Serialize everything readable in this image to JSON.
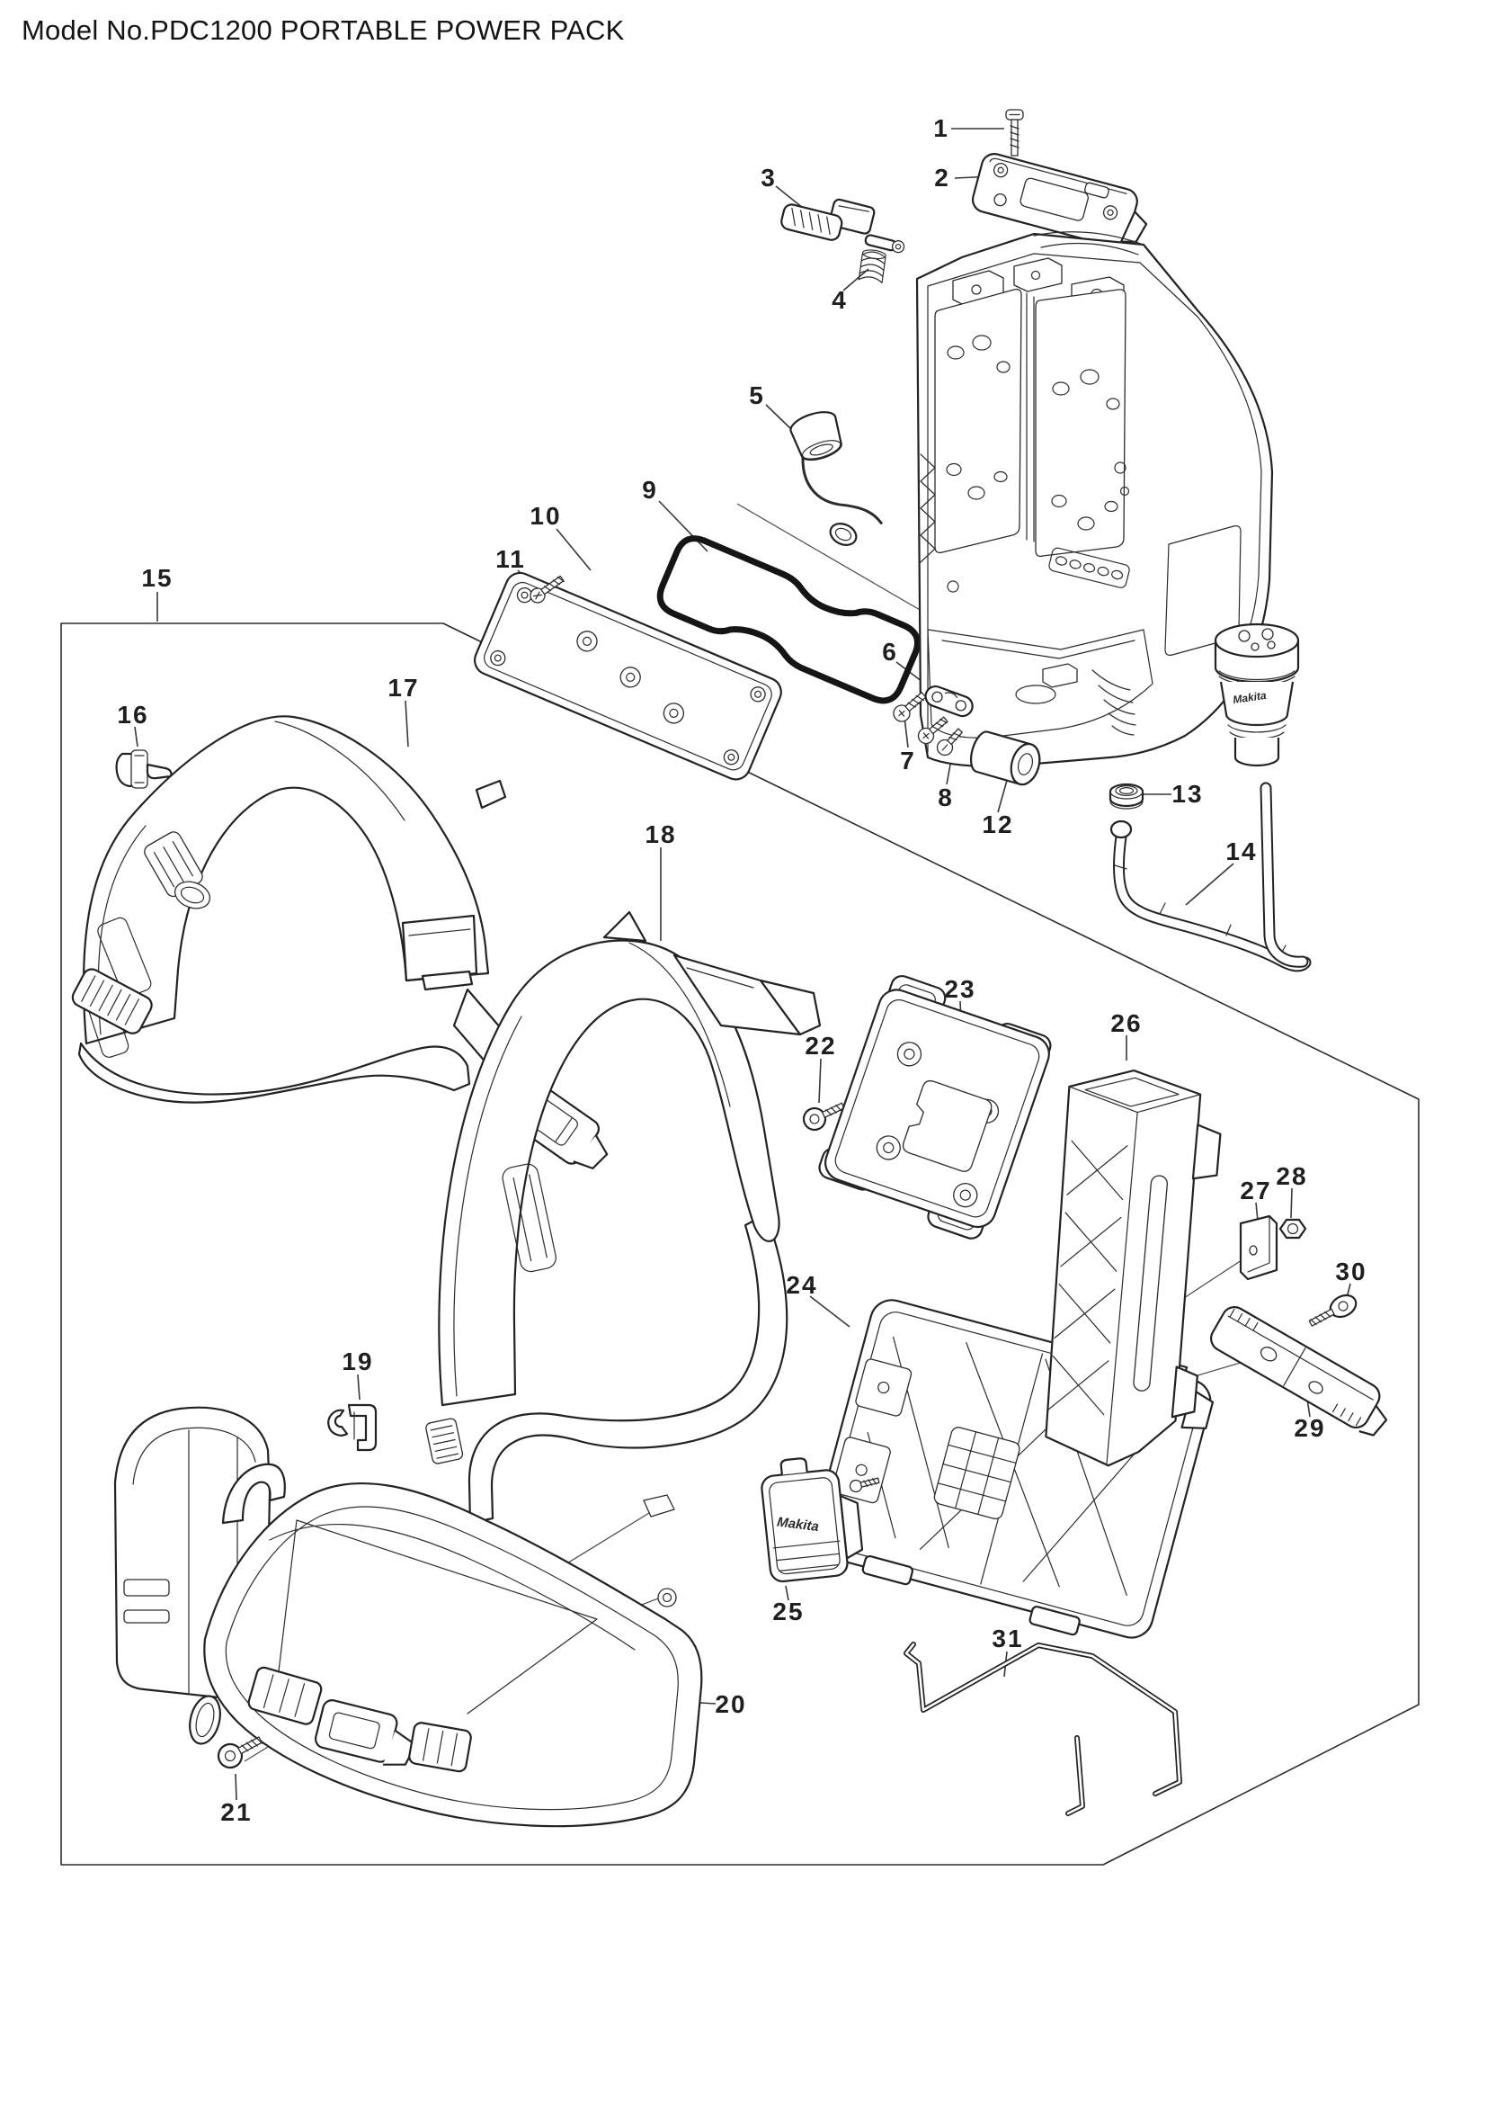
{
  "title": "Model No.PDC1200 PORTABLE POWER PACK",
  "diagram": {
    "kind": "exploded-parts-diagram",
    "model_no": "PDC1200",
    "product_name": "PORTABLE POWER PACK"
  },
  "logos": {
    "cover_logo": "Makita",
    "connector_logo": "Makita"
  },
  "parts": [
    "1",
    "2",
    "3",
    "4",
    "5",
    "6",
    "7",
    "8",
    "9",
    "10",
    "11",
    "12",
    "13",
    "14",
    "15",
    "16",
    "17",
    "18",
    "19",
    "20",
    "21",
    "22",
    "23",
    "24",
    "25",
    "26",
    "27",
    "28",
    "29",
    "30",
    "31"
  ]
}
